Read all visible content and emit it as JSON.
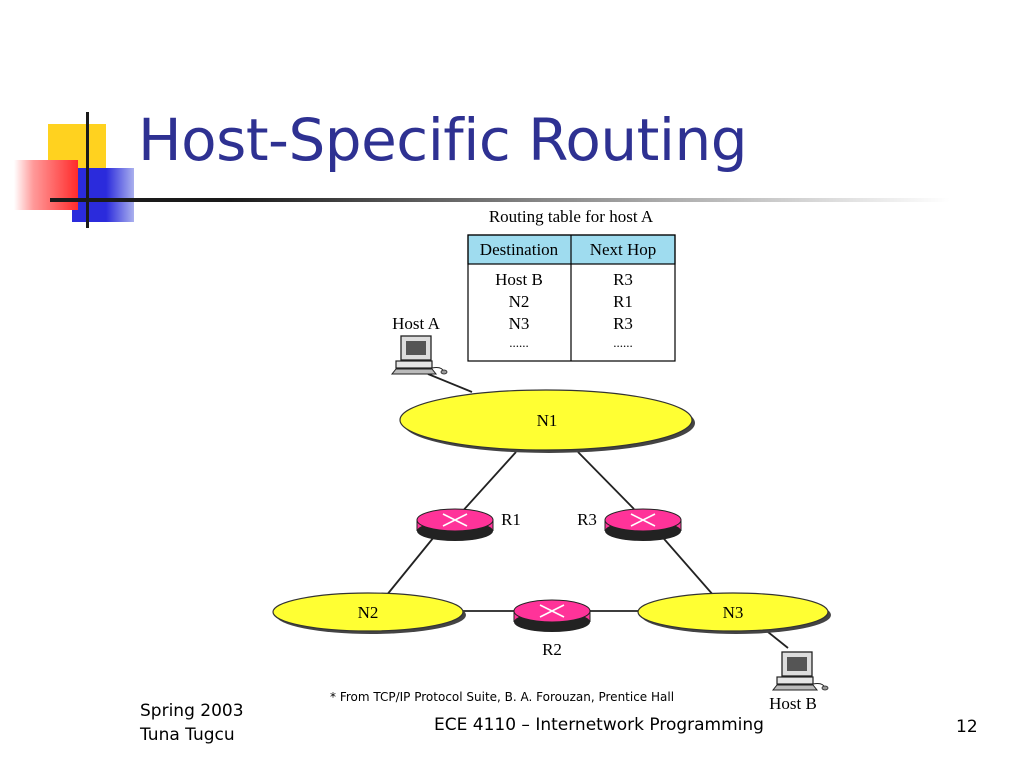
{
  "slide": {
    "title": "Host-Specific Routing",
    "credit": "* From TCP/IP Protocol Suite, B. A. Forouzan, Prentice Hall",
    "footer_left_line1": "Spring 2003",
    "footer_left_line2": "Tuna Tugcu",
    "footer_center": "ECE 4110 – Internetwork Programming",
    "page_number": "12"
  },
  "diagram": {
    "table_caption": "Routing table for host A",
    "table_headers": [
      "Destination",
      "Next Hop"
    ],
    "table_rows": [
      [
        "Host B",
        "R3"
      ],
      [
        "N2",
        "R1"
      ],
      [
        "N3",
        "R3"
      ],
      [
        "......",
        "......"
      ]
    ],
    "networks": {
      "n1": "N1",
      "n2": "N2",
      "n3": "N3"
    },
    "routers": {
      "r1": "R1",
      "r2": "R2",
      "r3": "R3"
    },
    "hosts": {
      "a": "Host A",
      "b": "Host B"
    }
  },
  "colors": {
    "title": "#2e3192",
    "network_fill": "#ffff33",
    "router_fill": "#ff3399",
    "table_header_fill": "#9fdcef",
    "deco_yellow": "#ffd21f",
    "deco_red": "#ff3b3b",
    "deco_blue": "#2b2bdc"
  }
}
